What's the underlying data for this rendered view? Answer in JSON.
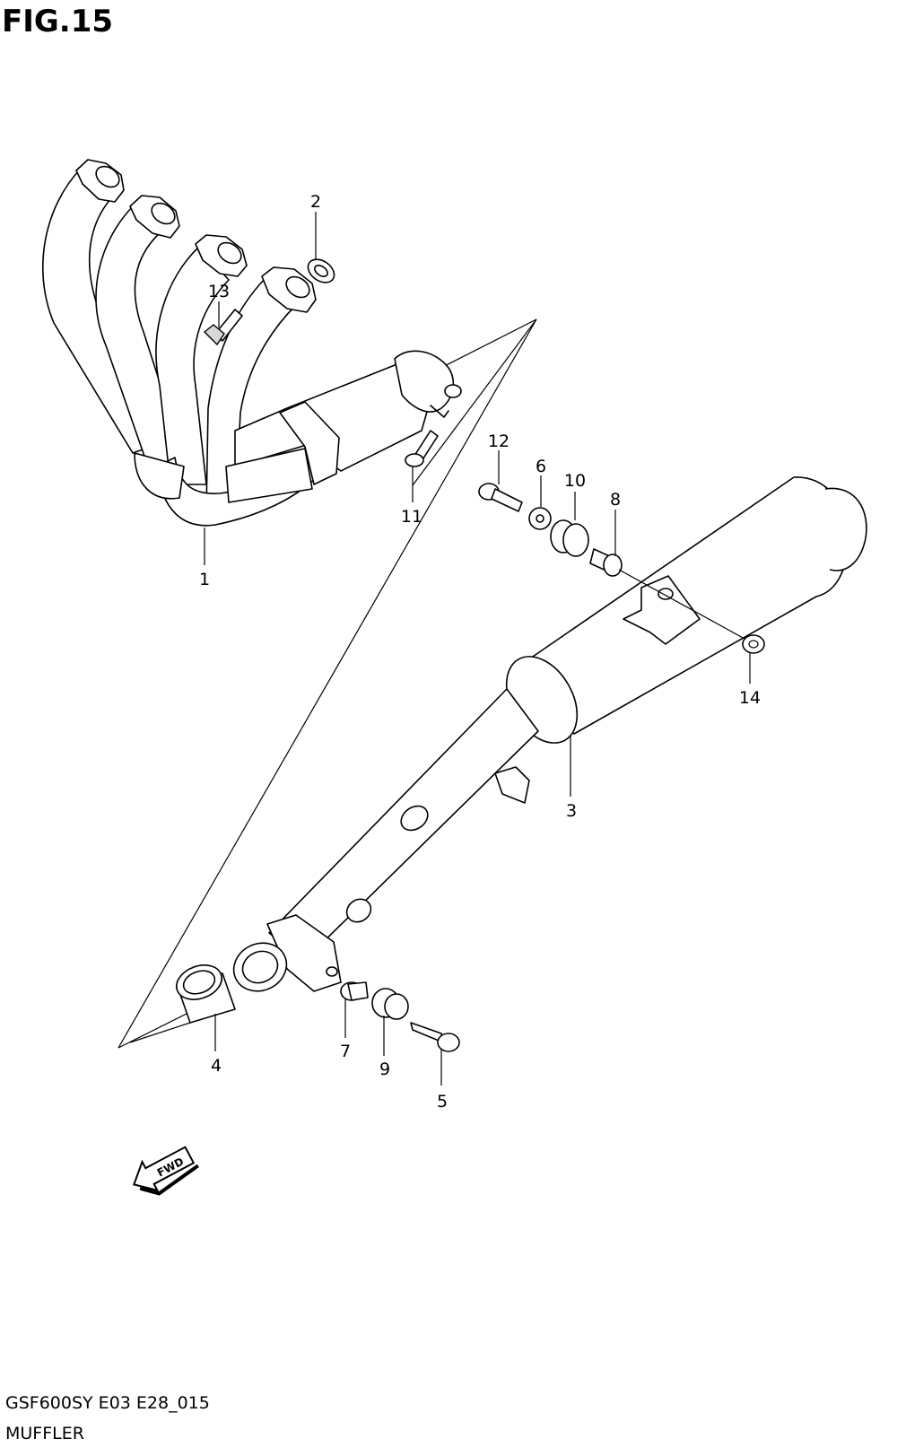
{
  "figure": {
    "title": "FIG.15"
  },
  "parts": [
    {
      "number": "1"
    },
    {
      "number": "2"
    },
    {
      "number": "3"
    },
    {
      "number": "4"
    },
    {
      "number": "5"
    },
    {
      "number": "6"
    },
    {
      "number": "7"
    },
    {
      "number": "8"
    },
    {
      "number": "9"
    },
    {
      "number": "10"
    },
    {
      "number": "11"
    },
    {
      "number": "12"
    },
    {
      "number": "13"
    },
    {
      "number": "14"
    }
  ],
  "direction_badge": {
    "label": "FWD"
  },
  "footer": {
    "model_code": "GSF600SY E03 E28_015",
    "section_name": "MUFFLER"
  }
}
